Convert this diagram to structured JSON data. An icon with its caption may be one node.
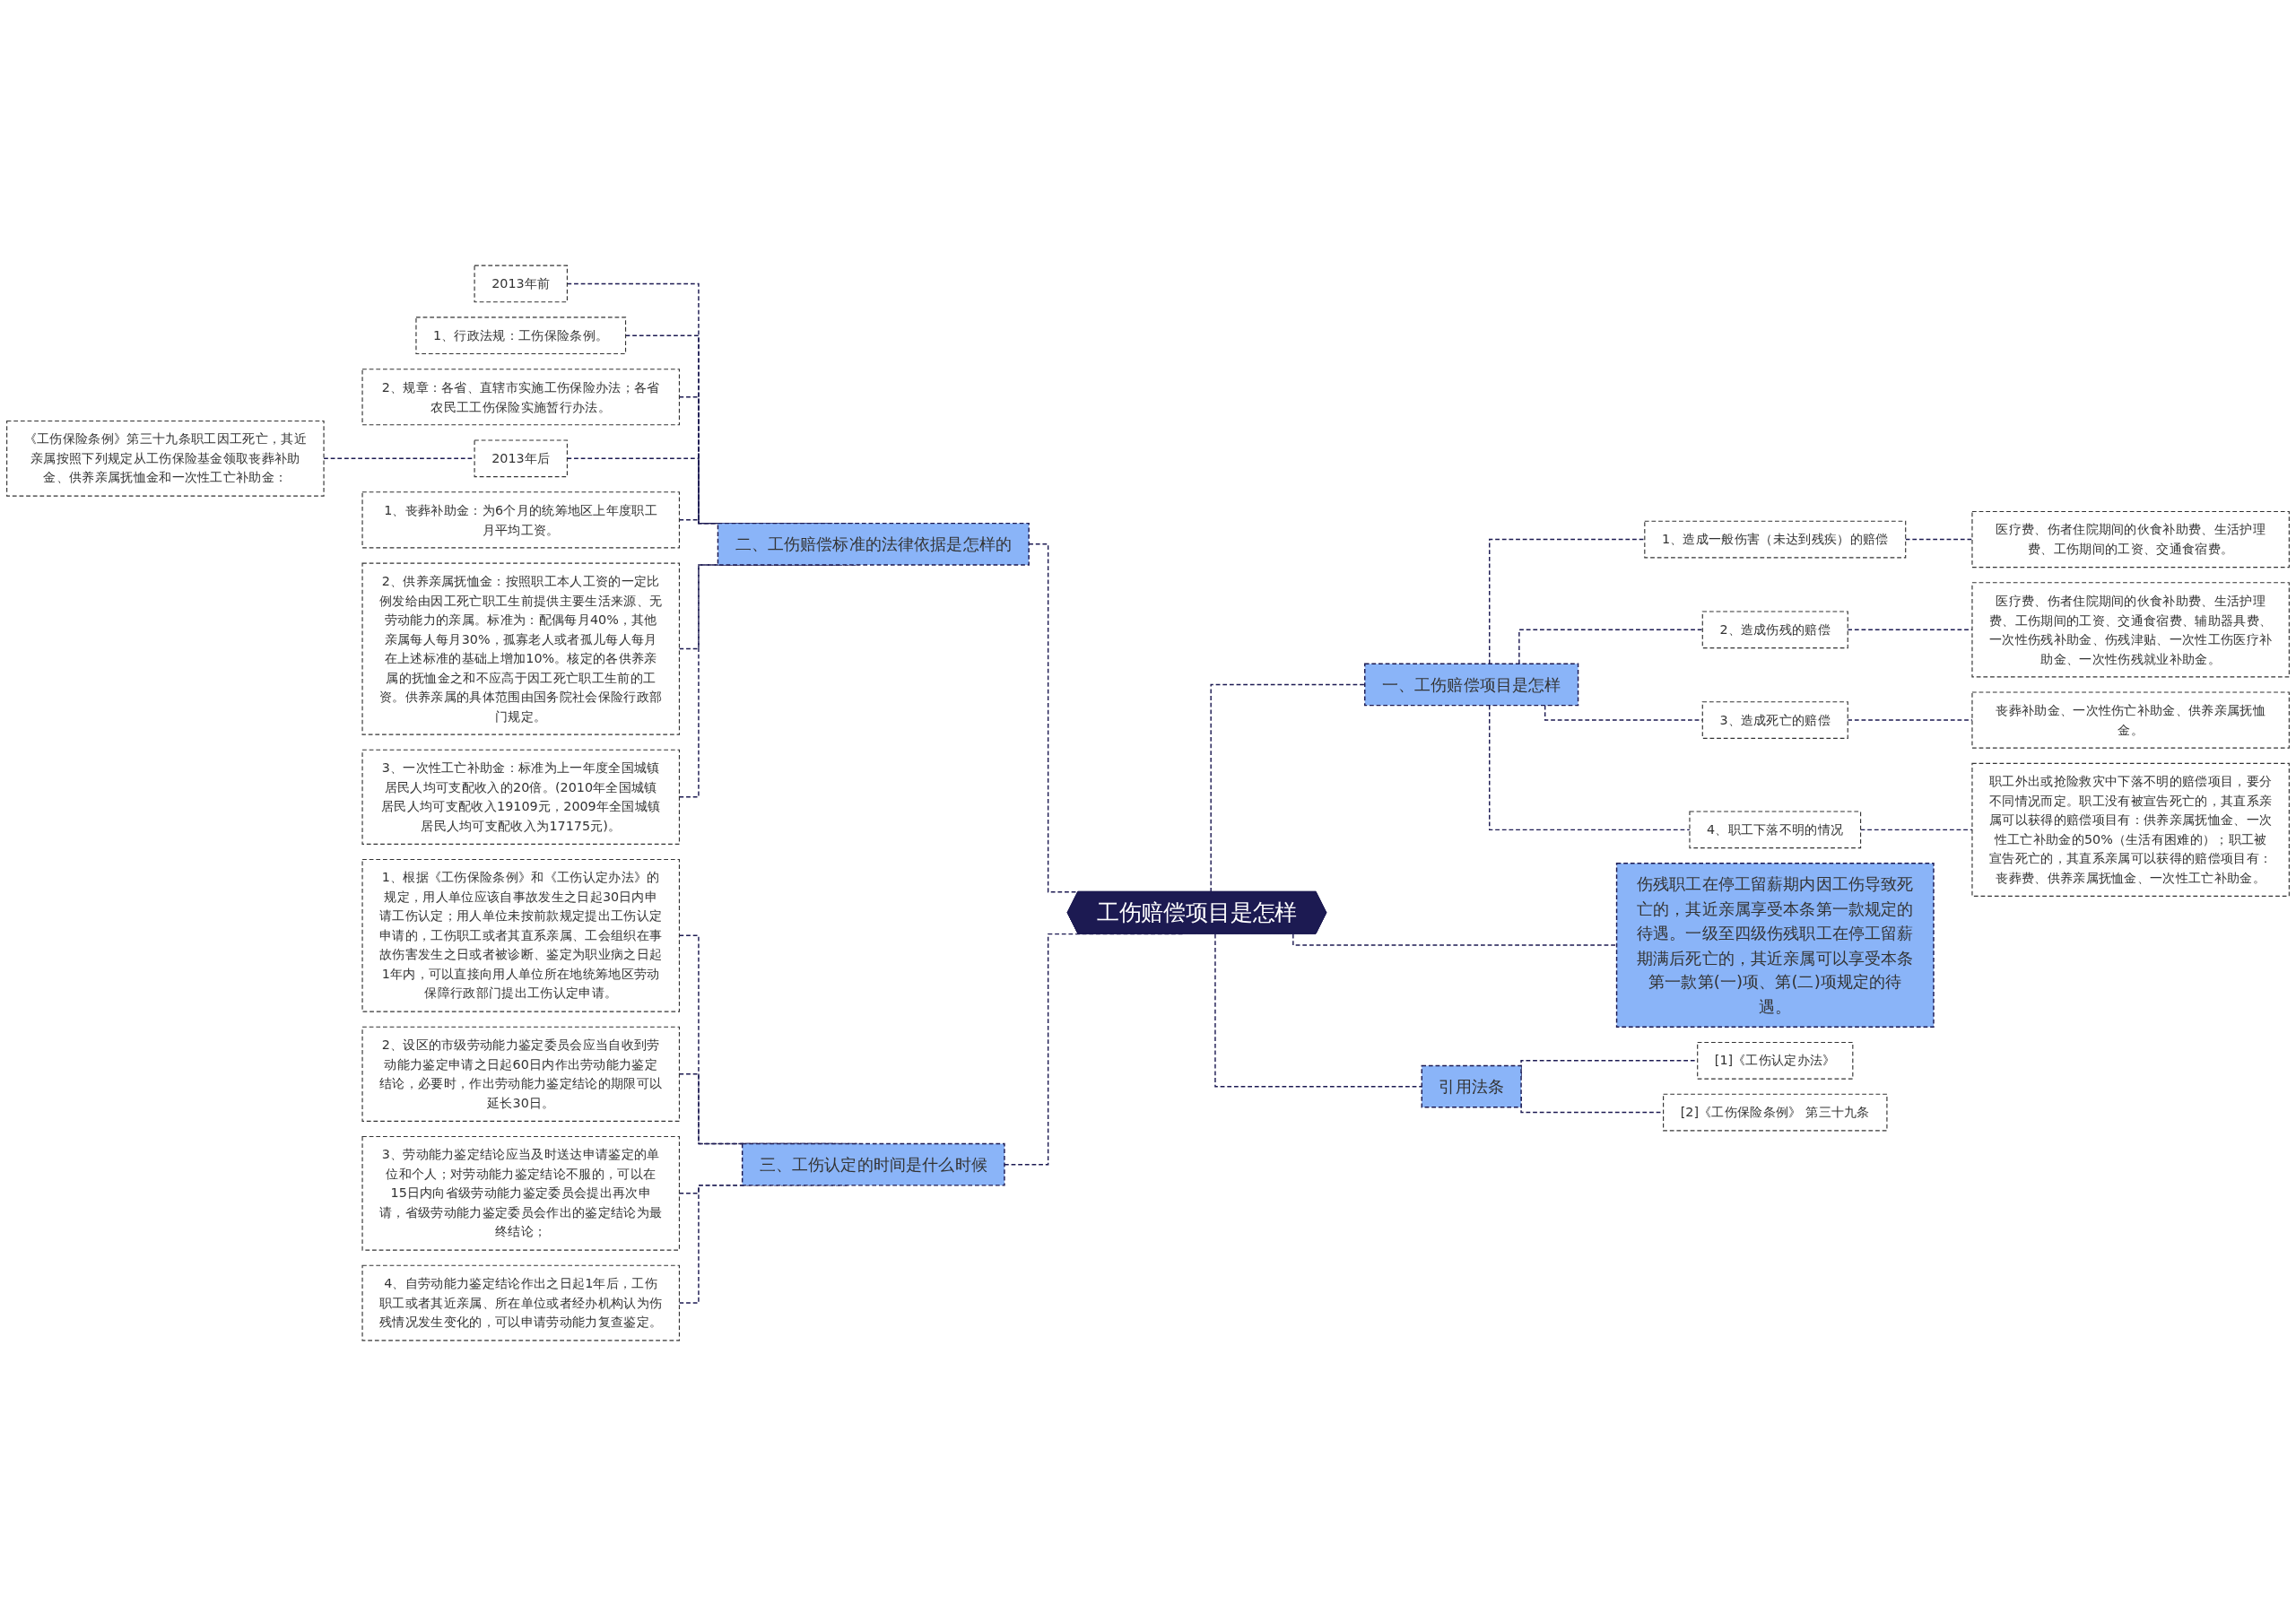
{
  "diagram": {
    "nodes": [
      {
        "text": [
          "工伤赔偿项目是怎样"
        ]
      },
      {
        "text": [
          "二、工伤赔偿标准的法律依据是怎样的"
        ]
      },
      {
        "text": [
          "2013年前"
        ]
      },
      {
        "text": [
          "1、行政法规：工伤保险条例。"
        ]
      },
      {
        "text": [
          "2、规章：各省、直辖市实施工伤保险办法；各省农民工工伤保险实施暂行办法。"
        ]
      },
      {
        "text": [
          "2013年后"
        ]
      },
      {
        "text": [
          "《工伤保险条例》第三十九条职工因工死亡，其近亲属按照下列规定从工伤保险基金领取丧葬补助金、供养亲属抚恤金和一次性工亡补助金："
        ]
      },
      {
        "text": [
          "1、丧葬补助金：为6个月的统筹地区上年度职工月平均工资。"
        ]
      },
      {
        "text": [
          "2、供养亲属抚恤金：按照职工本人工资的一定比例发给由因工死亡职工生前提供主要生活来源、无劳动能力的亲属。标准为：配偶每月40%，其他亲属每人每月30%，孤寡老人或者孤儿每人每月在上述标准的基础上增加10%。核定的各供养亲属的抚恤金之和不应高于因工死亡职工生前的工资。供养亲属的具体范围由国务院社会保险行政部门规定。"
        ]
      },
      {
        "text": [
          "3、一次性工亡补助金：标准为上一年度全国城镇居民人均可支配收入的20倍。(2010年全国城镇居民人均可支配收入19109元，2009年全国城镇居民人均可支配收入为17175元)。"
        ]
      },
      {
        "text": [
          "三、工伤认定的时间是什么时候"
        ]
      },
      {
        "text": [
          "1、根据《工伤保险条例》和《工伤认定办法》的规定，用人单位应该自事故发生之日起30日内申请工伤认定；用人单位未按前款规定提出工伤认定申请的，工伤职工或者其直系亲属、工会组织在事故伤害发生之日或者被诊断、鉴定为职业病之日起1年内，可以直接向用人单位所在地统筹地区劳动保障行政部门提出工伤认定申请。"
        ]
      },
      {
        "text": [
          "2、设区的市级劳动能力鉴定委员会应当自收到劳动能力鉴定申请之日起60日内作出劳动能力鉴定结论，必要时，作出劳动能力鉴定结论的期限可以延长30日。"
        ]
      },
      {
        "text": [
          "3、劳动能力鉴定结论应当及时送达申请鉴定的单位和个人；对劳动能力鉴定结论不服的，可以在15日内向省级劳动能力鉴定委员会提出再次申请，省级劳动能力鉴定委员会作出的鉴定结论为最终结论；"
        ]
      },
      {
        "text": [
          "4、自劳动能力鉴定结论作出之日起1年后，工伤职工或者其近亲属、所在单位或者经办机构认为伤残情况发生变化的，可以申请劳动能力复查鉴定。"
        ]
      },
      {
        "text": [
          "一、工伤赔偿项目是怎样"
        ]
      },
      {
        "text": [
          "1、造成一般伤害（未达到残疾）的赔偿"
        ]
      },
      {
        "text": [
          "医疗费、伤者住院期间的伙食补助费、生活护理费、工伤期间的工资、交通食宿费。"
        ]
      },
      {
        "text": [
          "2、造成伤残的赔偿"
        ]
      },
      {
        "text": [
          "医疗费、伤者住院期间的伙食补助费、生活护理费、工伤期间的工资、交通食宿费、辅助器具费、一次性伤残补助金、伤残津贴、一次性工伤医疗补助金、一次性伤残就业补助金。"
        ]
      },
      {
        "text": [
          "3、造成死亡的赔偿"
        ]
      },
      {
        "text": [
          "丧葬补助金、一次性伤亡补助金、供养亲属抚恤金。"
        ]
      },
      {
        "text": [
          "4、职工下落不明的情况"
        ]
      },
      {
        "text": [
          "职工外出或抢险救灾中下落不明的赔偿项目，要分不同情况而定。职工没有被宣告死亡的，其直系亲属可以获得的赔偿项目有：供养亲属抚恤金、一次性工亡补助金的50%（生活有困难的）；职工被宣告死亡的，其直系亲属可以获得的赔偿项目有：丧葬费、供养亲属抚恤金、一次性工亡补助金。"
        ]
      },
      {
        "text": [
          "伤残职工在停工留薪期内因工伤导致死亡的，其近亲属享受本条第一款规定的待遇。一级至四级伤残职工在停工留薪期满后死亡的，其近亲属可以享受本条第一款第(一)项、第(二)项规定的待遇。"
        ]
      },
      {
        "text": [
          "引用法条"
        ]
      },
      {
        "text": [
          "[1]《工伤认定办法》"
        ]
      },
      {
        "text": [
          "[2]《工伤保险条例》 第三十九条"
        ]
      }
    ],
    "edges": [
      {
        "from": 0,
        "to": 1,
        "arrow": "none"
      },
      {
        "from": 1,
        "to": 2,
        "arrow": "none"
      },
      {
        "from": 1,
        "to": 3,
        "arrow": "none"
      },
      {
        "from": 1,
        "to": 4,
        "arrow": "none"
      },
      {
        "from": 1,
        "to": 5,
        "arrow": "none"
      },
      {
        "from": 5,
        "to": 6,
        "arrow": "none"
      },
      {
        "from": 1,
        "to": 7,
        "arrow": "none"
      },
      {
        "from": 1,
        "to": 8,
        "arrow": "none"
      },
      {
        "from": 1,
        "to": 9,
        "arrow": "none"
      },
      {
        "from": 0,
        "to": 10,
        "arrow": "none"
      },
      {
        "from": 10,
        "to": 11,
        "arrow": "none"
      },
      {
        "from": 10,
        "to": 12,
        "arrow": "none"
      },
      {
        "from": 10,
        "to": 13,
        "arrow": "none"
      },
      {
        "from": 10,
        "to": 14,
        "arrow": "none"
      },
      {
        "from": 0,
        "to": 15,
        "arrow": "none"
      },
      {
        "from": 15,
        "to": 16,
        "arrow": "none"
      },
      {
        "from": 16,
        "to": 17,
        "arrow": "none"
      },
      {
        "from": 15,
        "to": 18,
        "arrow": "none"
      },
      {
        "from": 18,
        "to": 19,
        "arrow": "none"
      },
      {
        "from": 15,
        "to": 20,
        "arrow": "none"
      },
      {
        "from": 20,
        "to": 21,
        "arrow": "none"
      },
      {
        "from": 15,
        "to": 22,
        "arrow": "none"
      },
      {
        "from": 22,
        "to": 23,
        "arrow": "none"
      },
      {
        "from": 0,
        "to": 24,
        "arrow": "none"
      },
      {
        "from": 0,
        "to": 25,
        "arrow": "none"
      },
      {
        "from": 25,
        "to": 26,
        "arrow": "none"
      },
      {
        "from": 25,
        "to": 27,
        "arrow": "none"
      }
    ]
  }
}
